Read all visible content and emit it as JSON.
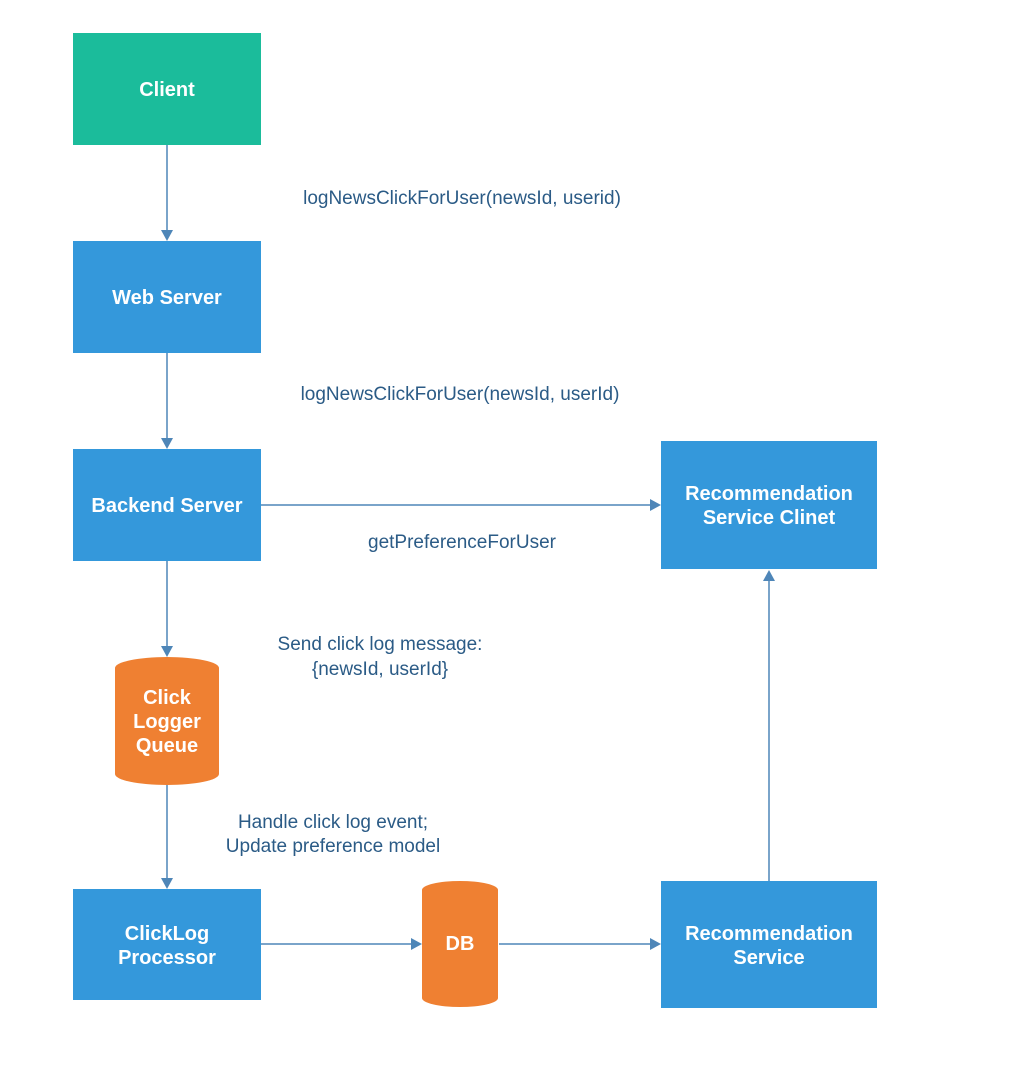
{
  "colors": {
    "client": "#1bbc9b",
    "server": "#3498db",
    "store": "#ef8032",
    "edge": "#4e86b8",
    "edge_label": "#2b5b86",
    "node_text": "#ffffff"
  },
  "nodes": {
    "client": {
      "lines": [
        "Client"
      ]
    },
    "web_server": {
      "lines": [
        "Web Server"
      ]
    },
    "backend_server": {
      "lines": [
        "Backend Server"
      ]
    },
    "recommendation_client": {
      "lines": [
        "Recommendation",
        "Service Clinet"
      ]
    },
    "click_logger_queue": {
      "lines": [
        "Click",
        "Logger",
        "Queue"
      ]
    },
    "clicklog_processor": {
      "lines": [
        "ClickLog",
        "Processor"
      ]
    },
    "db": {
      "lines": [
        "DB"
      ]
    },
    "recommendation_service": {
      "lines": [
        "Recommendation",
        "Service"
      ]
    }
  },
  "edges": {
    "client_to_web": {
      "lines": [
        "logNewsClickForUser(newsId, userid)"
      ]
    },
    "web_to_backend": {
      "lines": [
        "logNewsClickForUser(newsId, userId)"
      ]
    },
    "backend_to_recclient": {
      "lines": [
        "getPreferenceForUser"
      ]
    },
    "backend_to_queue": {
      "lines": [
        "Send click log message:",
        "{newsId, userId}"
      ]
    },
    "queue_to_processor": {
      "lines": [
        "Handle click log event;",
        "Update preference model"
      ]
    },
    "processor_to_db": {
      "lines": []
    },
    "db_to_recservice": {
      "lines": []
    },
    "recservice_to_recclient": {
      "lines": []
    }
  }
}
